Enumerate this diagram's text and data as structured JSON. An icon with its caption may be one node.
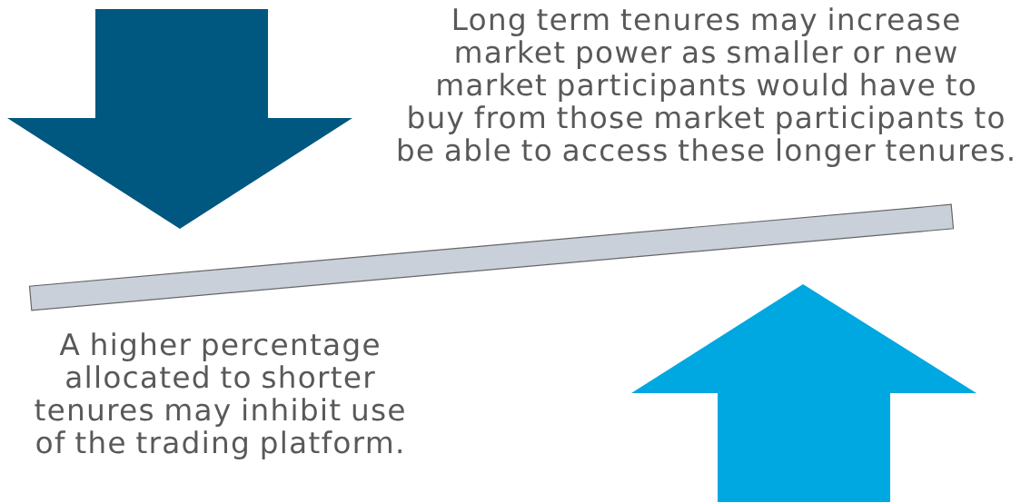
{
  "diagram": {
    "nodes": [
      {
        "text": [],
        "shape": "bar"
      }
    ],
    "labels": [
      "Long term tenures may increase market power as smaller or new market participants would have to buy from those market participants to be able to access these longer tenures.",
      "A higher percentage allocated to shorter tenures may inhibit use of the trading platform."
    ]
  }
}
